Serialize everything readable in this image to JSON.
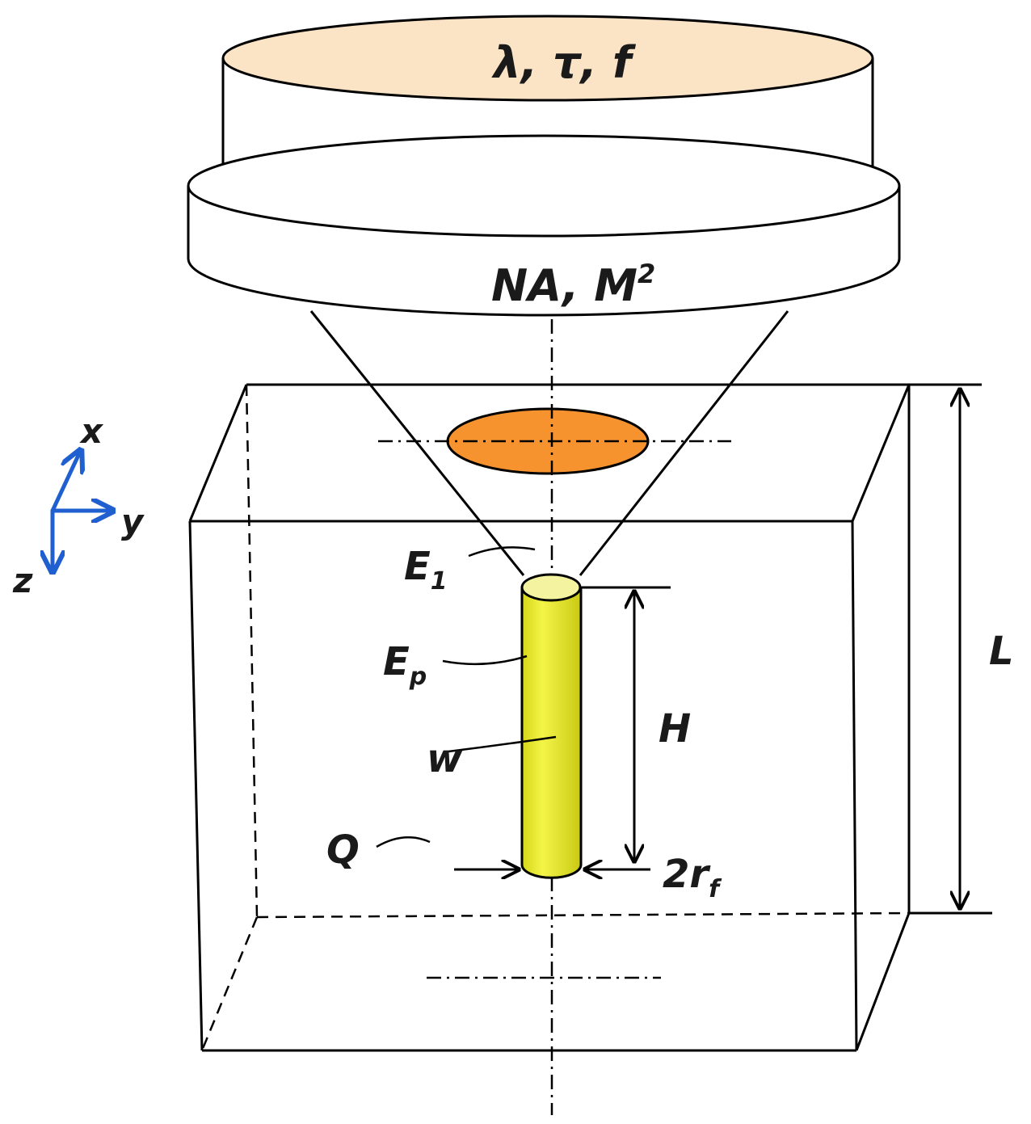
{
  "labels": {
    "top_lens": "λ, τ, f",
    "objective": "NA, M",
    "objective_sup": "2",
    "e1_main": "E",
    "e1_sub": "1",
    "ep_main": "E",
    "ep_sub": "p",
    "w": "w",
    "q": "Q",
    "h": "H",
    "l": "L",
    "rf_main": "2r",
    "rf_sub": "f"
  },
  "axes": {
    "x": "x",
    "y": "y",
    "z": "z"
  },
  "colors": {
    "top_disk": "#fbe3c6",
    "focal_spot": "#f7932f",
    "channel": "#e8e82a",
    "channel_top": "#f3f3a0",
    "axis_arrows": "#1f5fd0",
    "line": "#000000"
  }
}
